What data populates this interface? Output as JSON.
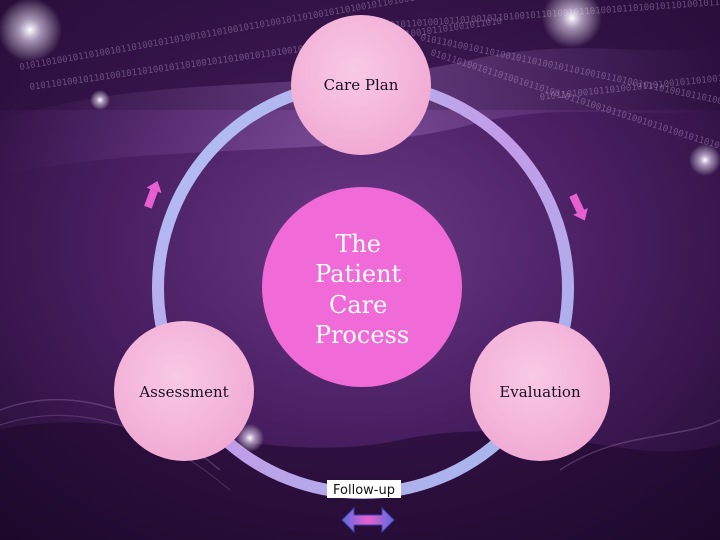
{
  "diagram": {
    "center_label_lines": [
      "The",
      "Patient",
      "Care",
      "Process"
    ],
    "nodes": {
      "care_plan": "Care Plan",
      "assessment": "Assessment",
      "evaluation": "Evaluation"
    },
    "connector_label": "Follow-up"
  },
  "decor": {
    "binary_text": "0101101001011010010110100101101001011010010110100101101001011010010110100101101001011010"
  },
  "colors": {
    "background": "#2a0f3e",
    "node_fill": "#f4b4d8",
    "center_fill": "#f06ad8",
    "ring_blue": "#a9c8f5",
    "ring_purple": "#c39ae8",
    "arrow_pink": "#e860d0"
  }
}
